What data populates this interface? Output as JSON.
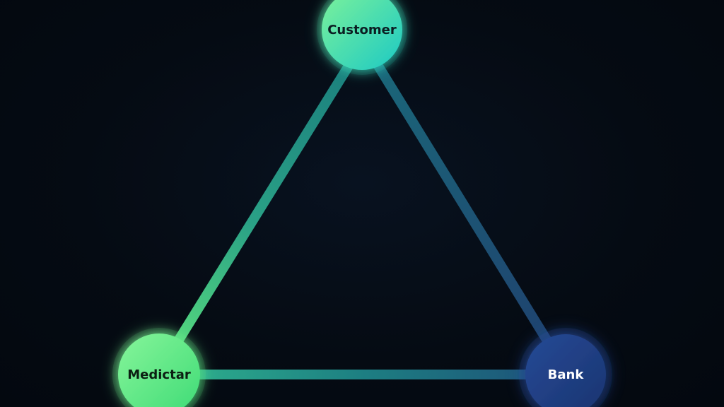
{
  "nodes": {
    "customer": {
      "label": "Customer",
      "fill": "#2fd8b8",
      "text_color": "#0b1e22"
    },
    "mediator": {
      "label": "Medictar",
      "fill": "#6df08a",
      "text_color": "#0c1f12"
    },
    "bank": {
      "label": "Bank",
      "fill": "#1f3f86",
      "text_color": "#ffffff"
    }
  },
  "edges": [
    {
      "from": "customer",
      "to": "mediator"
    },
    {
      "from": "customer",
      "to": "bank"
    },
    {
      "from": "mediator",
      "to": "bank"
    }
  ],
  "colors": {
    "background": "#050b13",
    "edge_teal": "#1e8f86",
    "edge_navy": "#1d466e",
    "edge_green": "#4fd37c"
  }
}
